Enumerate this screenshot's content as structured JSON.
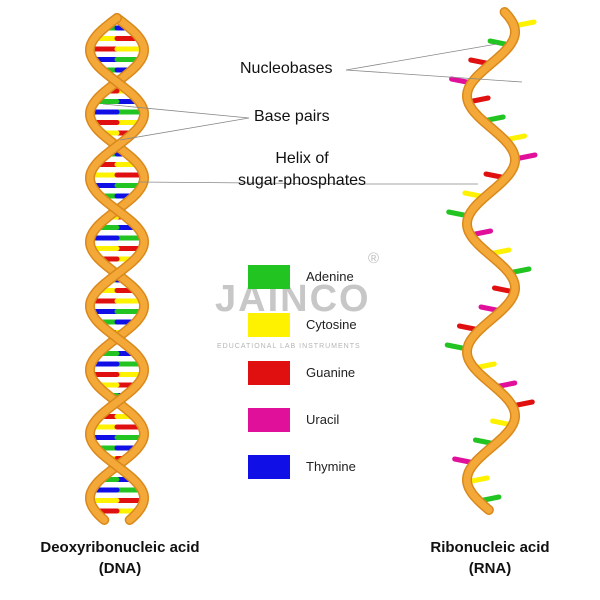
{
  "labels": {
    "nucleobases": "Nucleobases",
    "base_pairs": "Base pairs",
    "helix_line1": "Helix of",
    "helix_line2": "sugar-phosphates"
  },
  "legend": [
    {
      "name": "Adenine",
      "color": "#22c422"
    },
    {
      "name": "Cytosine",
      "color": "#fff200"
    },
    {
      "name": "Guanine",
      "color": "#e01010"
    },
    {
      "name": "Uracil",
      "color": "#e0109a"
    },
    {
      "name": "Thymine",
      "color": "#1010e6"
    }
  ],
  "captions": {
    "dna_line1": "Deoxyribonucleic acid",
    "dna_line2": "(DNA)",
    "rna_line1": "Ribonucleic acid",
    "rna_line2": "(RNA)"
  },
  "watermark": {
    "name": "JAINCO",
    "tagline": "EDUCATIONAL LAB INSTRUMENTS",
    "mark": "®"
  },
  "colors": {
    "backbone": "#f3a838",
    "backbone_dark": "#d9891c",
    "leader_line": "#888888"
  }
}
